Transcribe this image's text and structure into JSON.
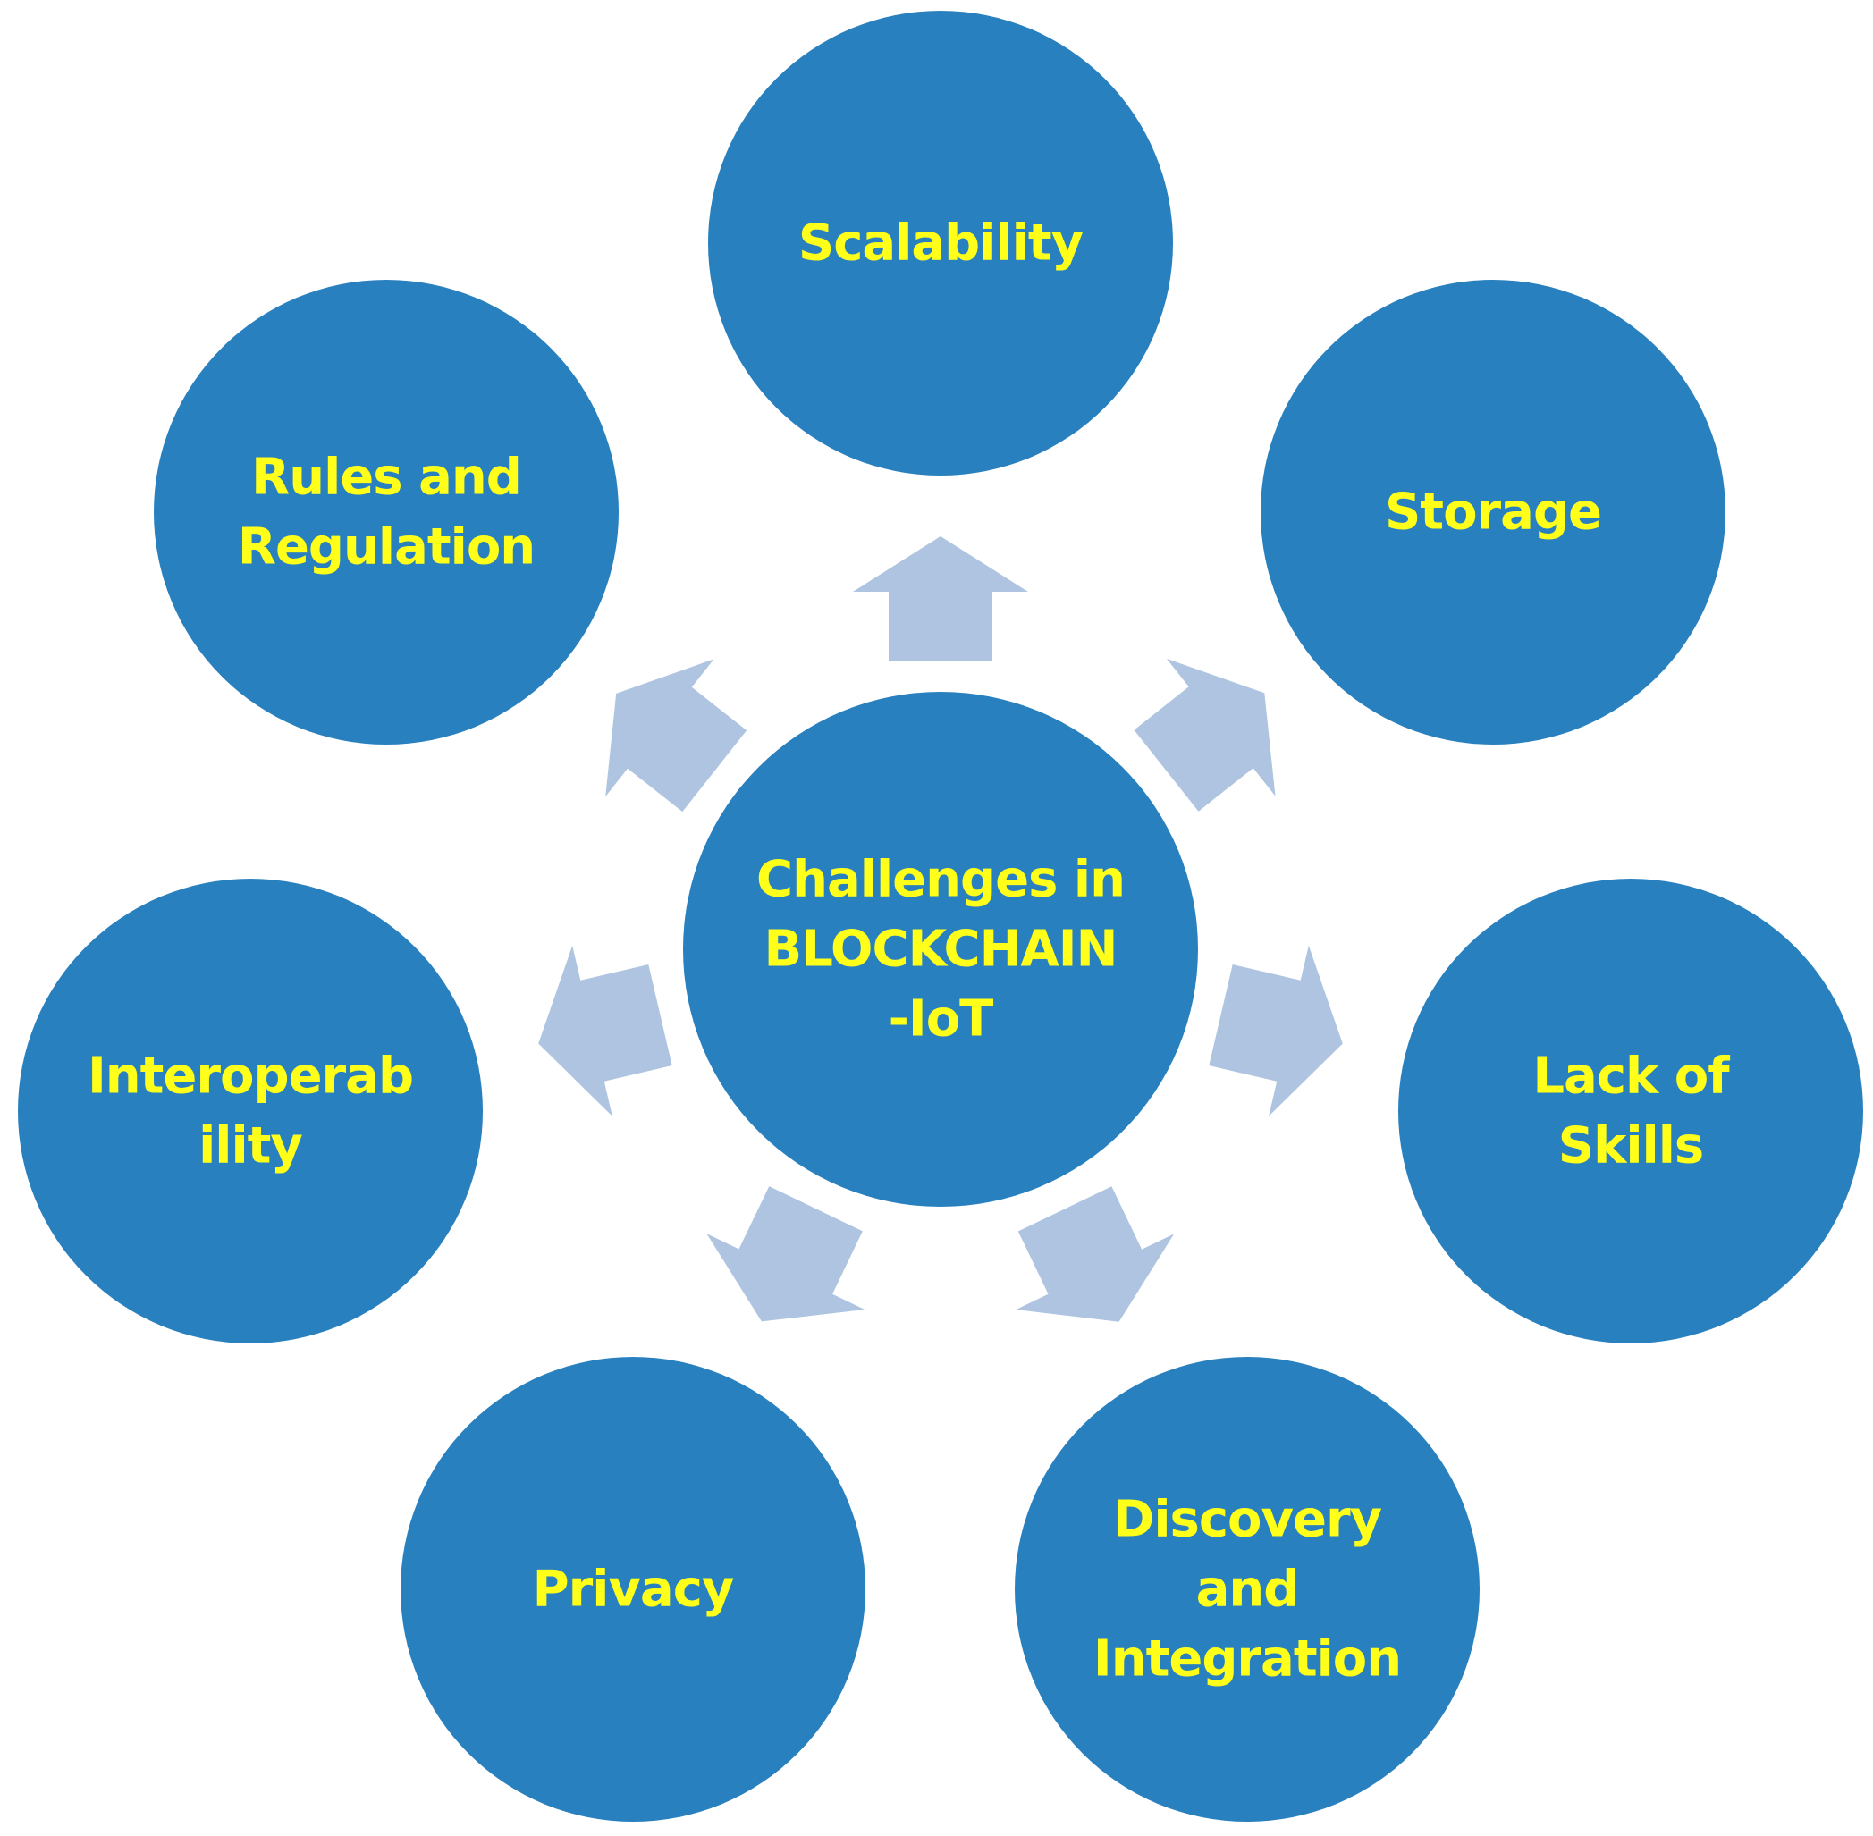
{
  "colors": {
    "node_fill": "#2980BF",
    "node_text": "#FFFF1A",
    "arrow_fill": "#AEC4E1"
  },
  "center": {
    "lines": [
      "Challenges in",
      "BLOCKCHAIN",
      "-IoT"
    ]
  },
  "nodes": [
    {
      "id": "scalability",
      "lines": [
        "Scalability"
      ]
    },
    {
      "id": "storage",
      "lines": [
        "Storage"
      ]
    },
    {
      "id": "lack-of-skills",
      "lines": [
        "Lack of",
        "Skills"
      ]
    },
    {
      "id": "discovery-and-integration",
      "lines": [
        "Discovery",
        "and",
        "Integration"
      ]
    },
    {
      "id": "privacy",
      "lines": [
        "Privacy"
      ]
    },
    {
      "id": "interoperability",
      "lines": [
        "Interoperab",
        "ility"
      ]
    },
    {
      "id": "rules-and-regulation",
      "lines": [
        "Rules and",
        "Regulation"
      ]
    }
  ],
  "arrow_icon": "block-arrow"
}
